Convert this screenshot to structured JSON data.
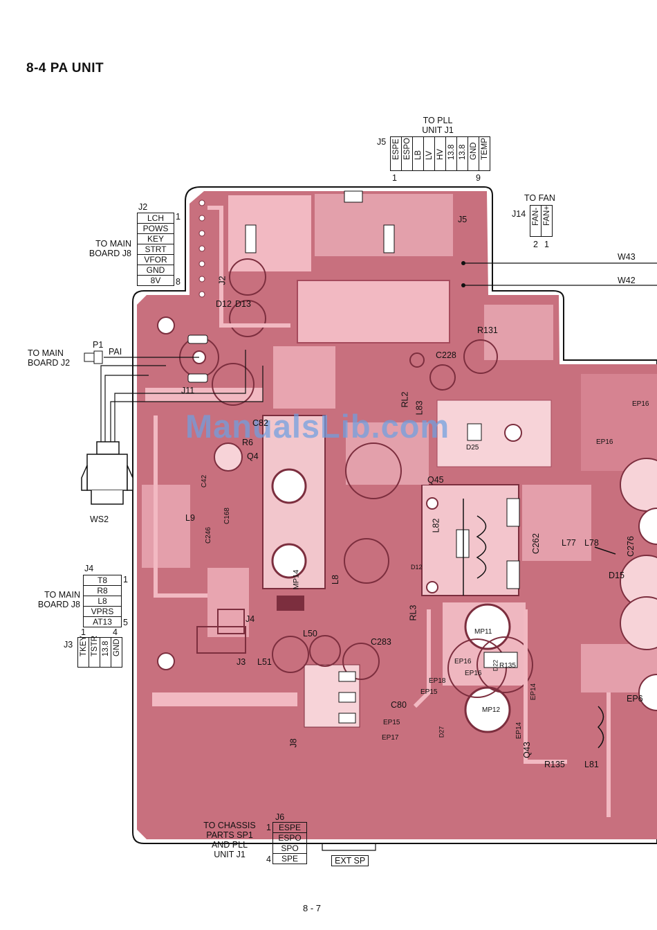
{
  "title": "8-4  PA UNIT",
  "page_number": "8 - 7",
  "watermark": "ManualsLib.com",
  "colors": {
    "board": "#c8707e",
    "board_dark": "#a54a5c",
    "trace": "#f2b9c2",
    "ink": "#111111",
    "watermark": "#6ea0e1"
  },
  "j5": {
    "to_label_line1": "TO PLL",
    "to_label_line2": "UNIT J1",
    "name": "J5",
    "pin_first": "1",
    "pin_last": "9",
    "pins": [
      "ESPE",
      "ESPO",
      "LB",
      "LV",
      "HV",
      "13.8",
      "13.8",
      "GND",
      "TEMP"
    ]
  },
  "j14": {
    "to_label": "TO FAN",
    "name": "J14",
    "pins": [
      "FAN-",
      "FAN+"
    ],
    "pin_left": "2",
    "pin_right": "1"
  },
  "j2": {
    "name": "J2",
    "pin_first": "1",
    "pin_last": "8",
    "to_line1": "TO MAIN",
    "to_line2": "BOARD J8",
    "pins": [
      "LCH",
      "POWS",
      "KEY",
      "STRT",
      "VFOR",
      "GND",
      "8V"
    ]
  },
  "p1": {
    "to_line1": "TO MAIN",
    "to_line2": "BOARD J2",
    "name": "P1",
    "signal": "PAI"
  },
  "ws2": {
    "name": "WS2"
  },
  "j4": {
    "name": "J4",
    "pin_first": "1",
    "pin_last": "5",
    "to_line1": "TO MAIN",
    "to_line2": "BOARD J8",
    "pins": [
      "T8",
      "R8",
      "L8",
      "VPRS",
      "AT13"
    ]
  },
  "j3": {
    "name": "J3",
    "pin_first": "1",
    "pin_last": "4",
    "pins": [
      "TKEY",
      "TSTR",
      "13.8",
      "GND"
    ]
  },
  "j6": {
    "name": "J6",
    "pin_first": "1",
    "pin_last": "4",
    "to_line1": "TO CHASSIS",
    "to_line2": "PARTS SP1",
    "to_line3": "AND PLL",
    "to_line4": "UNIT J1",
    "pins": [
      "ESPE",
      "ESPO",
      "SPO",
      "SPE"
    ]
  },
  "ext_sp": "EXT SP",
  "wires": {
    "w43": "W43",
    "w42": "W42"
  },
  "board_labels": {
    "j2": "J2",
    "d12": "D12",
    "d13": "D13",
    "j11": "J11",
    "r131": "R131",
    "c228": "C228",
    "rl2": "RL2",
    "l83": "L83",
    "d25": "D25",
    "c82": "C82",
    "r6": "R6",
    "q4": "Q4",
    "q45": "Q45",
    "l82": "L82",
    "d12b": "D12",
    "mp14": "MP14",
    "l8": "L8",
    "l50": "L50",
    "c283": "C283",
    "rl3": "RL3",
    "mp11": "MP11",
    "ep16a": "EP16",
    "d22": "D22",
    "ep16b": "EP16",
    "r135": "R135",
    "ep18": "EP18",
    "ep15": "EP15",
    "c80": "C80",
    "mp12": "MP12",
    "ep14": "EP14",
    "ep14b": "EP14",
    "q43": "Q43",
    "ep15b": "EP15",
    "ep17": "EP17",
    "d27": "D27",
    "r135b": "R135",
    "l81": "L81",
    "j3": "J3",
    "l51": "L51",
    "j4": "J4",
    "j8": "J8",
    "j5": "J5",
    "ep16c": "EP16",
    "ep16d": "EP16",
    "c262": "C262",
    "l77": "L77",
    "l78": "L78",
    "c276": "C276",
    "d15": "D15",
    "ep6": "EP6",
    "l9": "L9",
    "c168": "C168",
    "c246": "C246",
    "c42": "C42"
  }
}
